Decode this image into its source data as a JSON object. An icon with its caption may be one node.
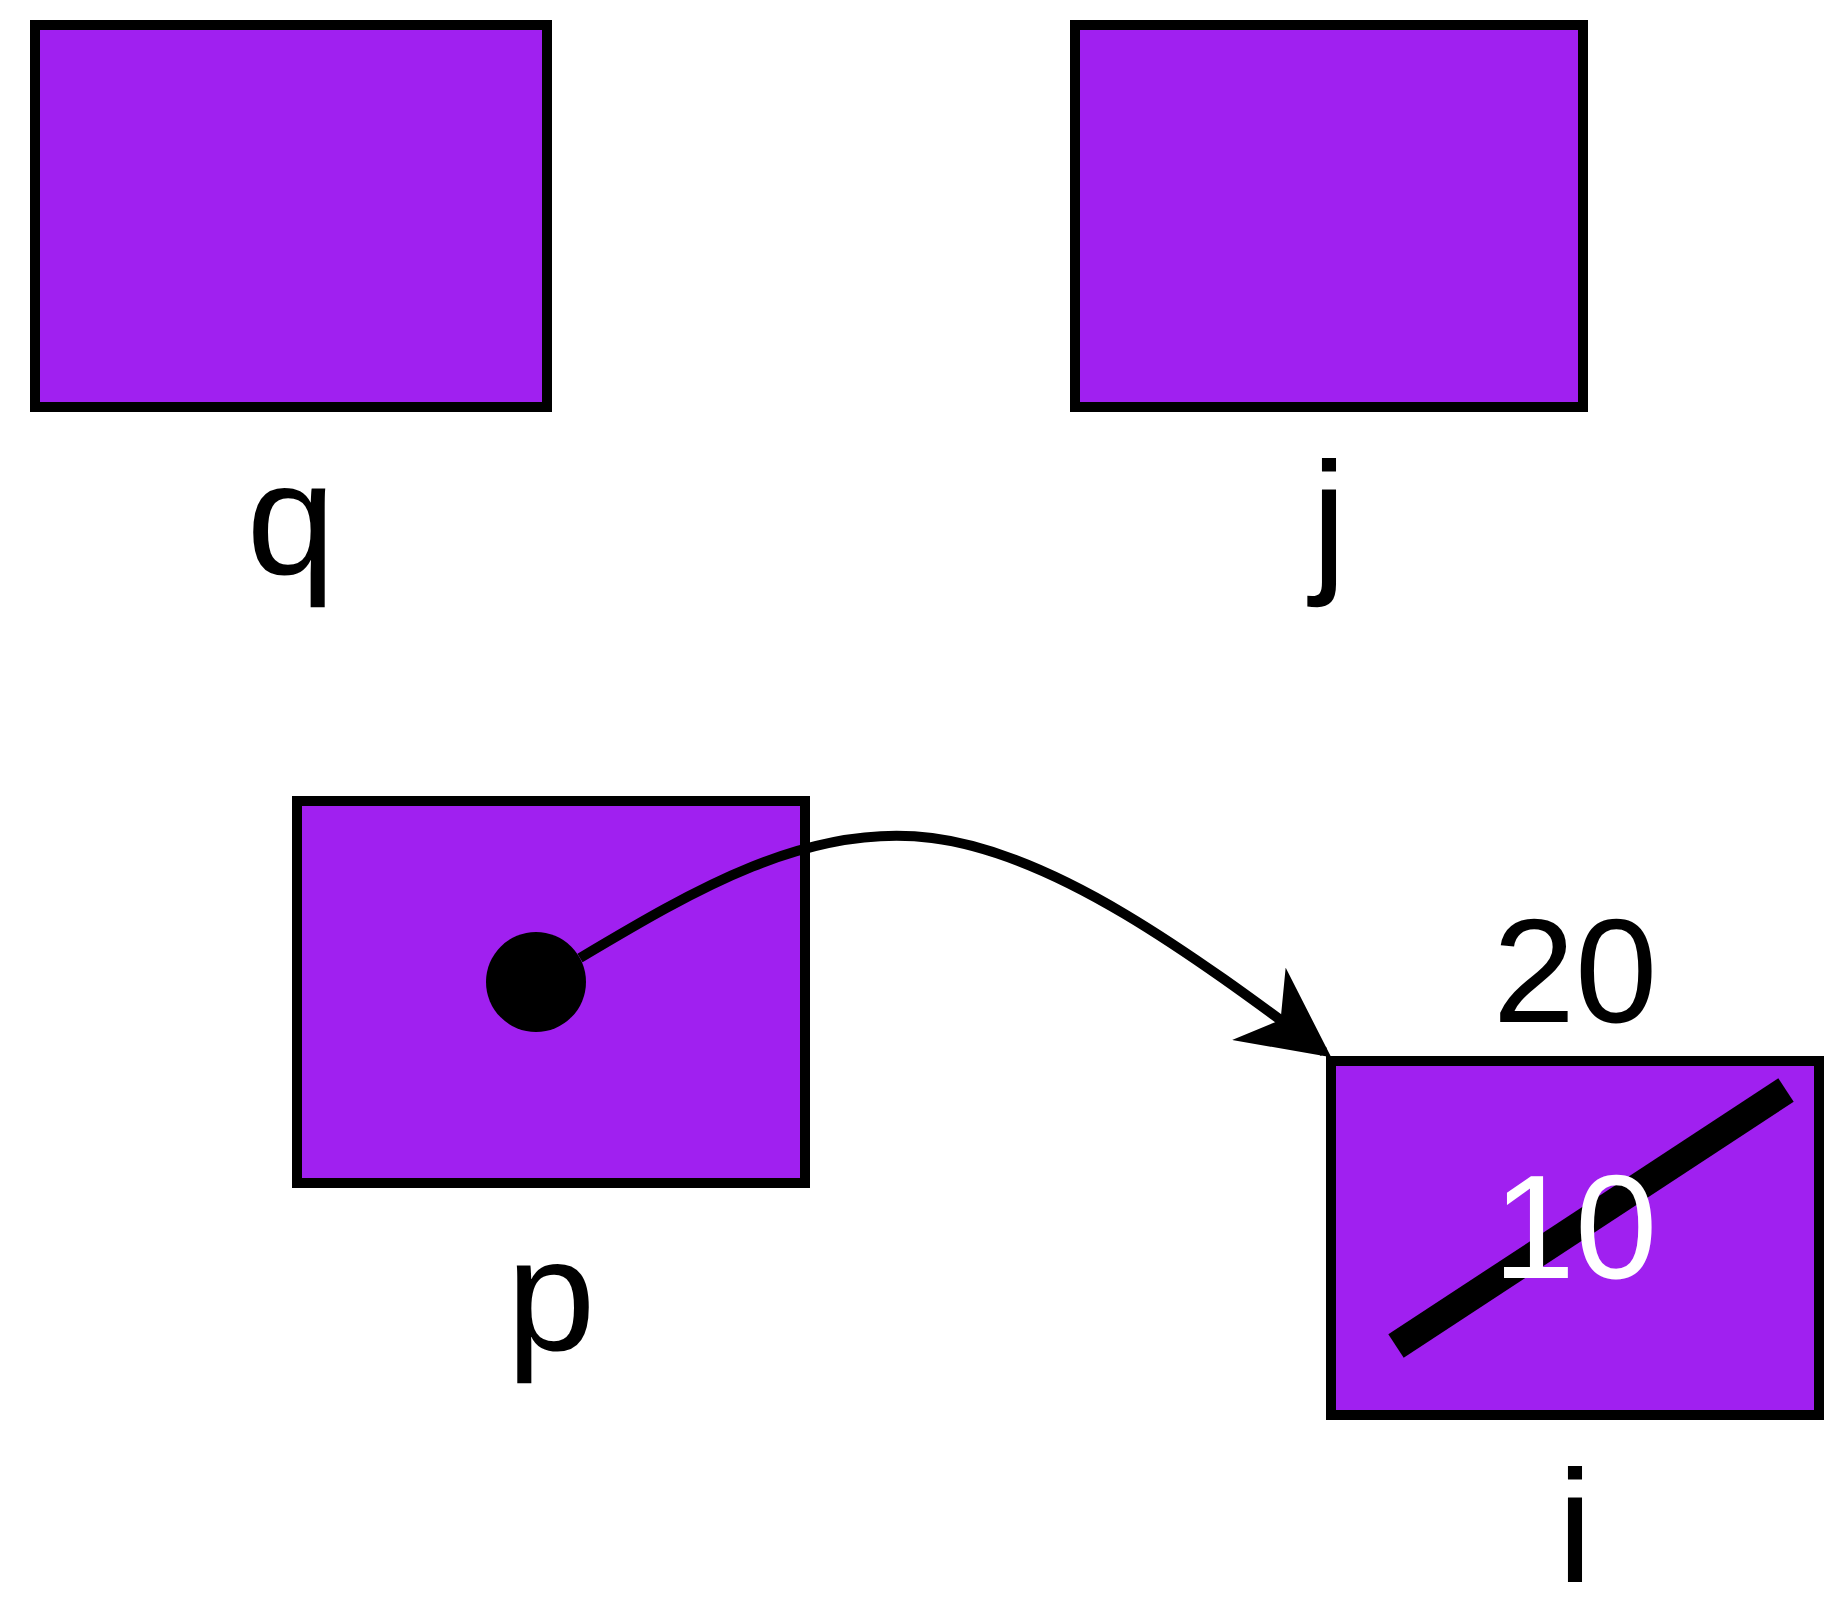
{
  "diagram": {
    "nodes": [
      {
        "text": [],
        "shape": "box",
        "beside": [
          "q"
        ]
      },
      {
        "text": [],
        "shape": "box",
        "beside": [
          "j"
        ]
      },
      {
        "text": [],
        "shape": "box",
        "beside": [
          "p"
        ]
      },
      {
        "text": [],
        "shape": "circle",
        "in": 2
      },
      {
        "text": [
          "20",
          "10"
        ],
        "beside": [
          "i"
        ]
      }
    ],
    "edges": [
      {
        "from": 3,
        "to": 4,
        "arrow": "to"
      }
    ]
  }
}
